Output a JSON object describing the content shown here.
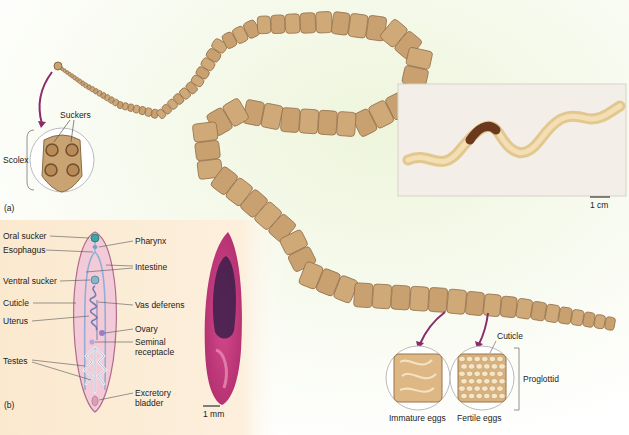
{
  "diagram": {
    "labels": [
      "Suckers",
      "Scolex",
      "(a)",
      "1 cm",
      "Oral sucker",
      "Esophagus",
      "Ventral sucker",
      "Cuticle",
      "Uterus",
      "Testes",
      "(b)",
      "Pharynx",
      "Intestine",
      "Vas deferens",
      "Ovary",
      "Seminal receptacle",
      "Excretory bladder",
      "1 mm",
      "Cuticle",
      "Proglottid",
      "Immature eggs",
      "Fertile eggs"
    ]
  }
}
